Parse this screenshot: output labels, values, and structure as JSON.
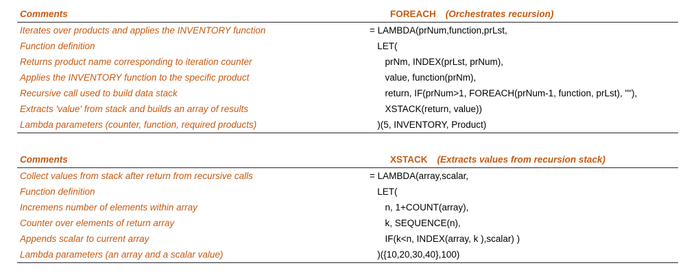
{
  "colors": {
    "comment_text": "#c55a11",
    "code_text": "#000000",
    "border": "#262626",
    "background": "#ffffff"
  },
  "sections": [
    {
      "comments_header": "Comments",
      "function_name": "FOREACH",
      "function_desc": "(Orchestrates recursion)",
      "rows": [
        {
          "comment": "Iterates over products and applies the INVENTORY function",
          "code": "= LAMBDA(prNum,function,prLst,"
        },
        {
          "comment": "Function definition",
          "code": "   LET("
        },
        {
          "comment": "Returns product name corresponding to iteration counter",
          "code": "      prNm, INDEX(prLst, prNum),"
        },
        {
          "comment": "Applies the INVENTORY function to the specific product",
          "code": "      value, function(prNm),"
        },
        {
          "comment": "Recursive call used to build data stack",
          "code": "      return, IF(prNum>1, FOREACH(prNum-1, function, prLst), \"\"),"
        },
        {
          "comment": "Extracts 'value' from stack and builds an array of results",
          "code": "      XSTACK(return, value))"
        },
        {
          "comment": "Lambda parameters (counter, function, required products)",
          "code": "   )(5, INVENTORY, Product)"
        }
      ]
    },
    {
      "comments_header": "Comments",
      "function_name": "XSTACK",
      "function_desc": "(Extracts values from recursion stack)",
      "rows": [
        {
          "comment": "Collect values from stack after return from recursive calls",
          "code": "= LAMBDA(array,scalar,"
        },
        {
          "comment": "Function definition",
          "code": "   LET("
        },
        {
          "comment": "Incremens number of elements within array",
          "code": "      n, 1+COUNT(array),"
        },
        {
          "comment": "Counter over elements of return array",
          "code": "      k, SEQUENCE(n),"
        },
        {
          "comment": "Appends scalar to current array",
          "code": "      IF(k<n, INDEX(array, k ),scalar) )"
        },
        {
          "comment": "Lambda parameters (an array and a scalar value)",
          "code": "   )({10,20,30,40},100)"
        }
      ]
    }
  ]
}
